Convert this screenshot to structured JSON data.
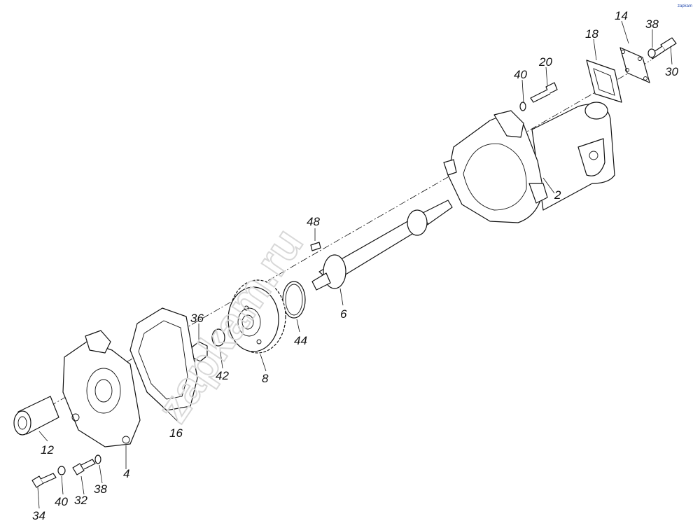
{
  "watermark": "zapkam.ru",
  "corner_mark": "zapkam",
  "callouts": [
    {
      "id": "p14",
      "text": "14"
    },
    {
      "id": "p38a",
      "text": "38"
    },
    {
      "id": "p18",
      "text": "18"
    },
    {
      "id": "p30",
      "text": "30"
    },
    {
      "id": "p20",
      "text": "20"
    },
    {
      "id": "p40a",
      "text": "40"
    },
    {
      "id": "p2",
      "text": "2"
    },
    {
      "id": "p48",
      "text": "48"
    },
    {
      "id": "p6",
      "text": "6"
    },
    {
      "id": "p36",
      "text": "36"
    },
    {
      "id": "p44",
      "text": "44"
    },
    {
      "id": "p42",
      "text": "42"
    },
    {
      "id": "p8",
      "text": "8"
    },
    {
      "id": "p16",
      "text": "16"
    },
    {
      "id": "p12",
      "text": "12"
    },
    {
      "id": "p4",
      "text": "4"
    },
    {
      "id": "p40b",
      "text": "40"
    },
    {
      "id": "p32",
      "text": "32"
    },
    {
      "id": "p38b",
      "text": "38"
    },
    {
      "id": "p34",
      "text": "34"
    }
  ]
}
